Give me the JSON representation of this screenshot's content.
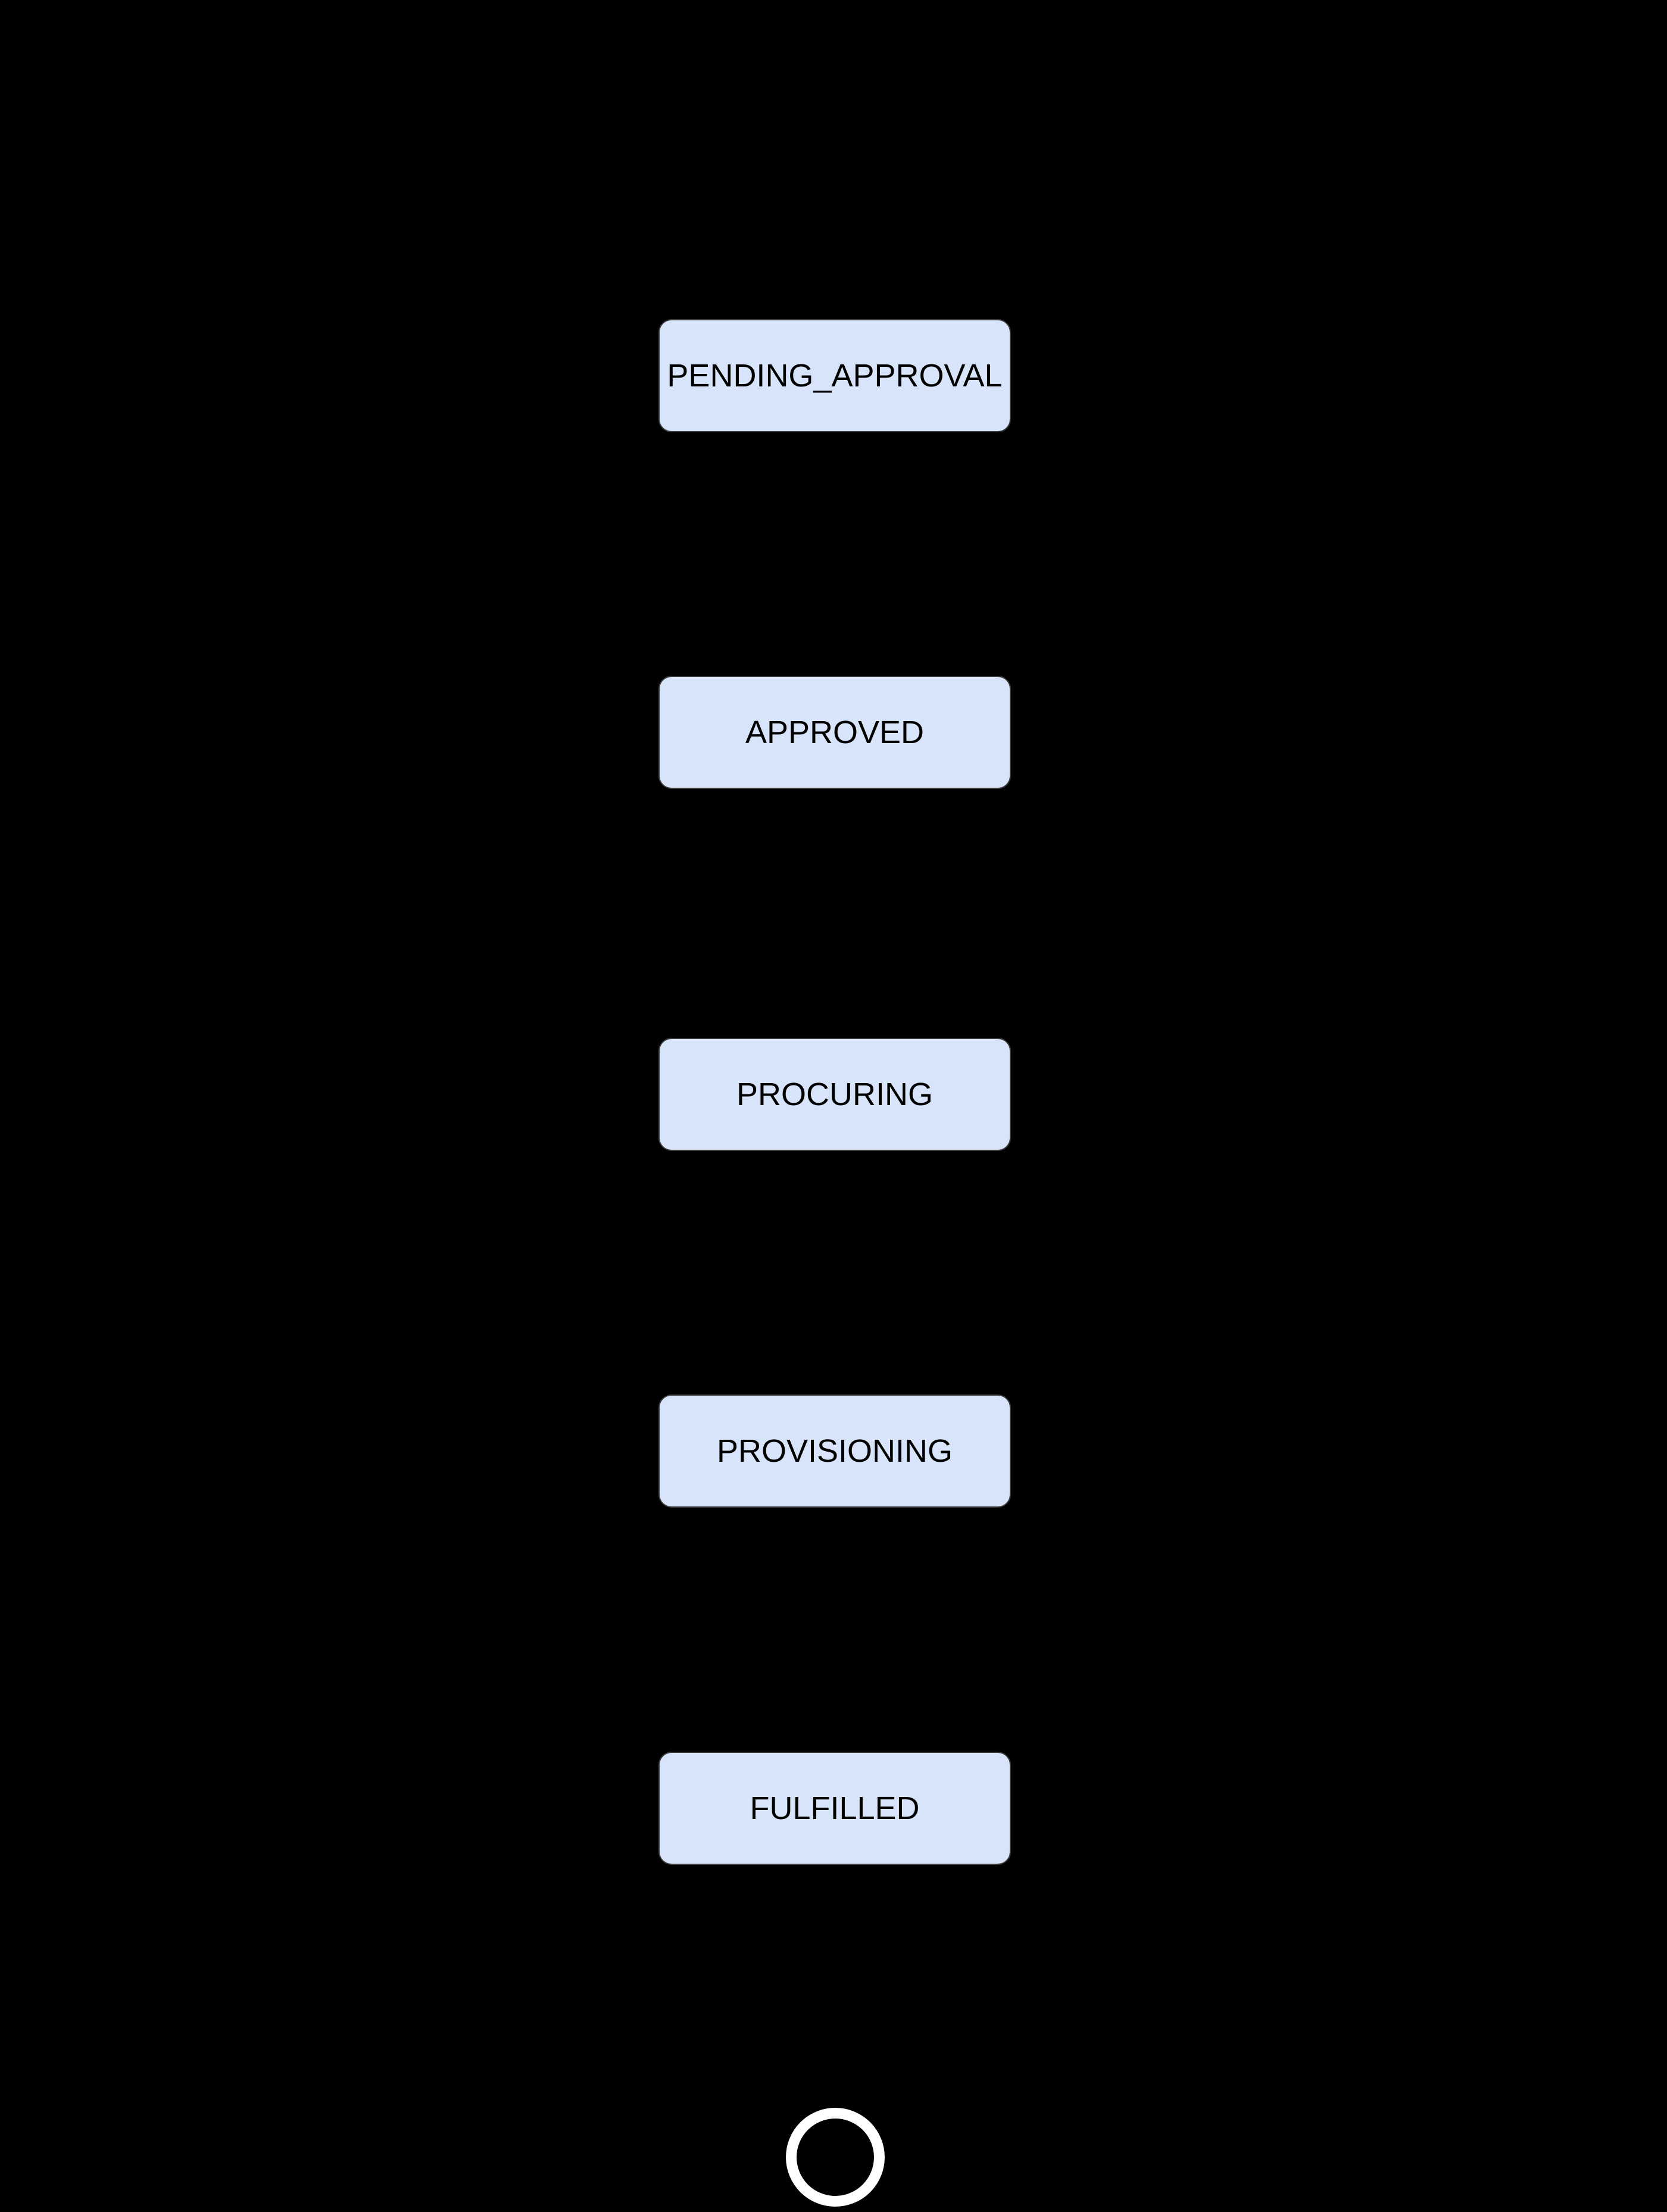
{
  "diagram": {
    "type": "state-flow",
    "states": [
      {
        "label": "PENDING_APPROVAL"
      },
      {
        "label": "APPROVED"
      },
      {
        "label": "PROCURING"
      },
      {
        "label": "PROVISIONING"
      },
      {
        "label": "FULFILLED"
      }
    ],
    "final_state": {
      "shape": "circle"
    },
    "colors": {
      "background": "#000000",
      "node_fill": "#d7e4f9",
      "node_stroke": "#3c3c3c",
      "node_text": "#000000",
      "final_stroke": "#ffffff"
    }
  }
}
